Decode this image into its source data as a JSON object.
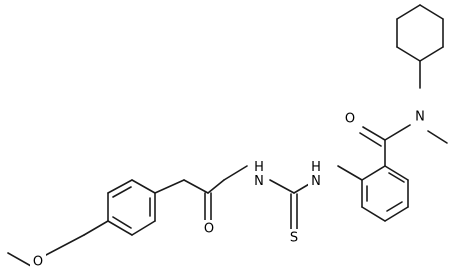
{
  "colors": {
    "background": "#ffffff",
    "bond": "#1a1a1a",
    "label": "#000000"
  },
  "atoms": {
    "amide_oxygen": "O",
    "amide_nitrogen": "N",
    "thiourea_nh_right": "H\nN",
    "thiourea_nh_left": "H\nN",
    "sulfur": "S",
    "acyl_oxygen": "O",
    "methoxy_oxygen": "O"
  }
}
